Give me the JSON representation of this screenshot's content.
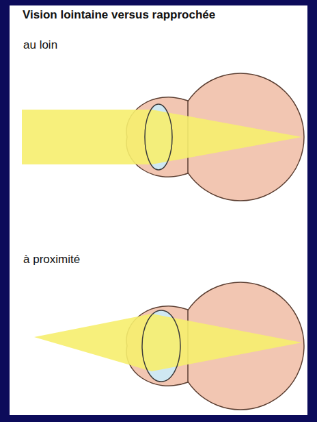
{
  "diagram": {
    "title": "Vision lointaine versus rapprochée",
    "labels": [
      "au loin",
      "à proximité"
    ]
  }
}
